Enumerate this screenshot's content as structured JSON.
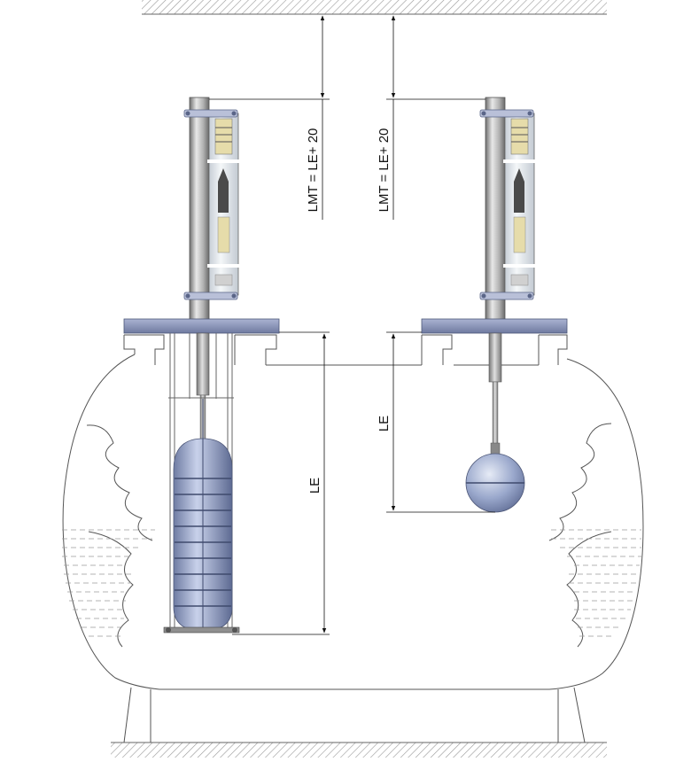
{
  "labels": {
    "lmt_left": "LMT = LE+ 20",
    "lmt_right": "LMT = LE+ 20",
    "le_left": "LE",
    "le_right": "LE"
  },
  "colors": {
    "flange": "#8c96b8",
    "float": "#9aa8cc",
    "tube": "#a8a8a8",
    "glass": "#dfe6ec",
    "indicator": "#e6dcaa",
    "ceiling_hatch": "#999999",
    "tank_outline": "#555555",
    "liquid_dash": "#9a9a9a"
  },
  "icons": {
    "ceiling": "ceiling-hatch-icon",
    "floor": "floor-hatch-icon",
    "float_cylinder": "cylindrical-float-icon",
    "float_sphere": "spherical-float-icon",
    "indicator": "magnetic-level-indicator-icon"
  }
}
